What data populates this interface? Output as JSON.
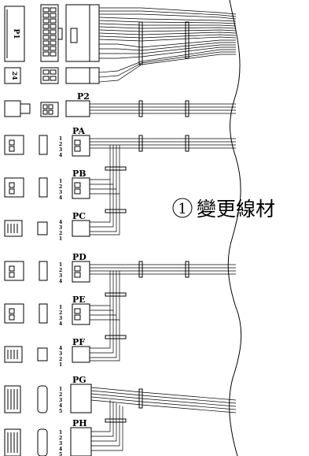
{
  "connectors": {
    "p1": "P1",
    "p24": "24",
    "p2": "P2",
    "pa": "PA",
    "pb": "PB",
    "pc": "PC",
    "pd": "PD",
    "pe": "PE",
    "pf": "PF",
    "pg": "PG",
    "ph": "PH"
  },
  "pin_labels": {
    "molex": [
      "1",
      "2",
      "3",
      "4"
    ],
    "floppy": [
      "4",
      "3",
      "2",
      "1"
    ],
    "sata": [
      "1",
      "2",
      "3",
      "4",
      "5"
    ]
  },
  "note": {
    "number": "1",
    "text": "變更線材"
  }
}
